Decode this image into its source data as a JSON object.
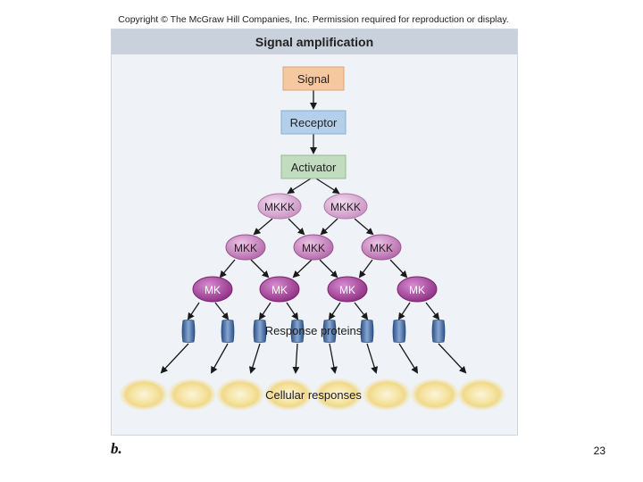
{
  "copyright": "Copyright © The McGraw Hill Companies, Inc. Permission required for reproduction or display.",
  "title": "Signal amplification",
  "boxes": {
    "signal": "Signal",
    "receptor": "Receptor",
    "activator": "Activator"
  },
  "mkkk": [
    "MKKK",
    "MKKK"
  ],
  "mkk": [
    "MKK",
    "MKK",
    "MKK"
  ],
  "mk": [
    "MK",
    "MK",
    "MK",
    "MK"
  ],
  "response_proteins": "Response proteins",
  "cellular_responses": "Cellular responses",
  "panel_label": "b.",
  "page_number": "23",
  "colors": {
    "signal_box": "#f6c8a0",
    "receptor_box": "#b4cfea",
    "activator_box": "#c2dcc0",
    "mkkk": "#d9a6d3",
    "mkk": "#c783c0",
    "mk": "#a8409d",
    "protein": "#4f73a8",
    "cell": "#f3e3a2"
  }
}
